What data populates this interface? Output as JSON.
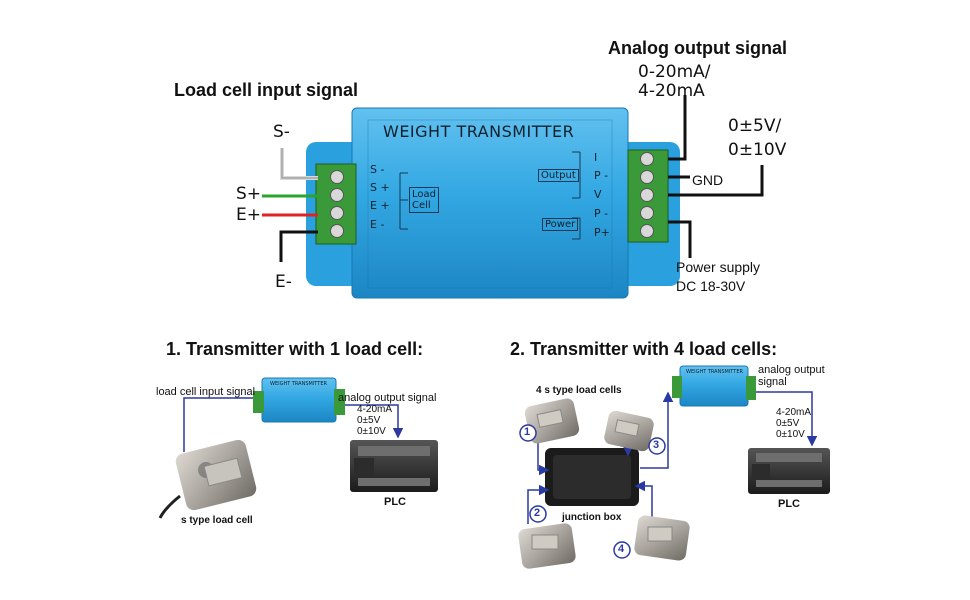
{
  "main": {
    "left_title": "Load cell input signal",
    "right_title": "Analog output signal",
    "analog_current_line1": "0-20mA/",
    "analog_current_line2": "4-20mA",
    "analog_voltage_line1": "0±5V/",
    "analog_voltage_line2": "0±10V",
    "device_title": "WEIGHT TRANSMITTER",
    "wires": [
      "S-",
      "S+",
      "E+",
      "E-"
    ],
    "terminals_left": [
      "S -",
      "S +",
      "E +",
      "E -"
    ],
    "load_cell_box": [
      "Load",
      "Cell"
    ],
    "terminals_right": [
      "I",
      "P -",
      "V",
      "P -",
      "P+"
    ],
    "output_box": "Output",
    "power_box": "Power",
    "gnd_label": "GND",
    "power_supply_line1": "Power supply",
    "power_supply_line2": "DC 18-30V"
  },
  "example1": {
    "title": "1. Transmitter with 1 load cell:",
    "input_label": "load cell input signal",
    "output_label": "analog output signal",
    "values": [
      "4-20mA",
      "0±5V",
      "0±10V"
    ],
    "plc": "PLC",
    "loadcell": "s type load cell",
    "mini_title": "WEIGHT TRANSMITTER"
  },
  "example2": {
    "title": "2. Transmitter with 4 load cells:",
    "cells_label": "4 s type load cells",
    "output_label_line1": "analog output",
    "output_label_line2": "signal",
    "values": [
      "4-20mA",
      "0±5V",
      "0±10V"
    ],
    "plc": "PLC",
    "junction": "junction box",
    "markers": [
      "1",
      "2",
      "3",
      "4"
    ],
    "mini_title": "WEIGHT TRANSMITTER"
  }
}
